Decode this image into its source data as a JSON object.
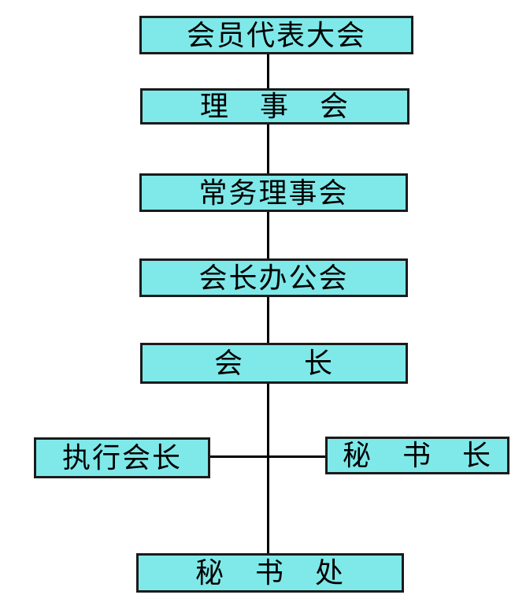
{
  "diagram": {
    "type": "org-chart",
    "colors": {
      "box_fill": "#7FE9E9",
      "box_border": "#1B1B1B",
      "line": "#000000",
      "text": "#000000",
      "background": "#FFFFFF"
    },
    "nodes": [
      {
        "id": "member-congress",
        "label": "会员代表大会"
      },
      {
        "id": "council",
        "label": "理　事　会"
      },
      {
        "id": "standing-council",
        "label": "常务理事会"
      },
      {
        "id": "president-office-meeting",
        "label": "会长办公会"
      },
      {
        "id": "president",
        "label": "会　　长"
      },
      {
        "id": "executive-president",
        "label": "执行会长"
      },
      {
        "id": "secretary-general",
        "label": "秘　书　长"
      },
      {
        "id": "secretariat",
        "label": "秘　书　处"
      }
    ],
    "edges": [
      {
        "from": "member-congress",
        "to": "council"
      },
      {
        "from": "council",
        "to": "standing-council"
      },
      {
        "from": "standing-council",
        "to": "president-office-meeting"
      },
      {
        "from": "president-office-meeting",
        "to": "president"
      },
      {
        "from": "president",
        "to": "secretariat"
      },
      {
        "from": "executive-president",
        "to": "president-secretariat-trunk"
      },
      {
        "from": "secretary-general",
        "to": "president-secretariat-trunk"
      }
    ]
  }
}
